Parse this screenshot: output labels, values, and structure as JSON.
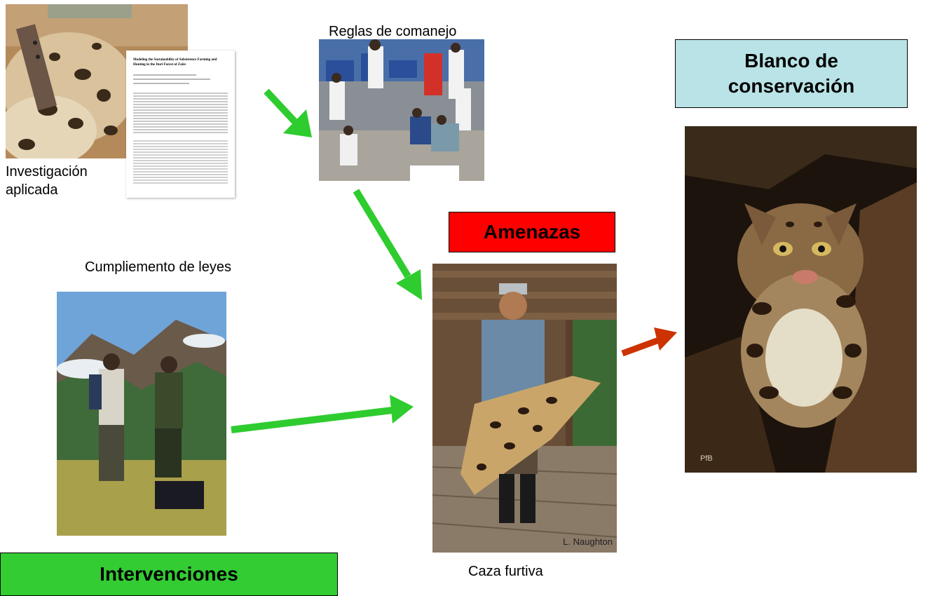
{
  "labels": {
    "investigacion": "Investigación aplicada",
    "reglas": "Reglas de comanejo",
    "cumplimiento": "Cumpliemento de leyes",
    "caza": "Caza furtiva"
  },
  "boxes": {
    "amenazas": "Amenazas",
    "blanco": "Blanco de conservación",
    "intervenciones": "Intervenciones"
  },
  "paper": {
    "title": "Modeling the Sustainability of Subsistence Farming and Hunting in the Ituri Forest of Zaire"
  },
  "credits": {
    "hunter_photo": "L. Naughton",
    "ocelot_photo": "PfB"
  },
  "colors": {
    "green_arrow": "#2ecc2e",
    "red_arrow": "#cc3300",
    "amenazas_fill": "#ff0000",
    "blanco_fill": "#b9e3e6",
    "intervenciones_fill": "#33cc33"
  },
  "icons": {
    "arrow_green": "arrow-right",
    "arrow_red": "arrow-right"
  }
}
